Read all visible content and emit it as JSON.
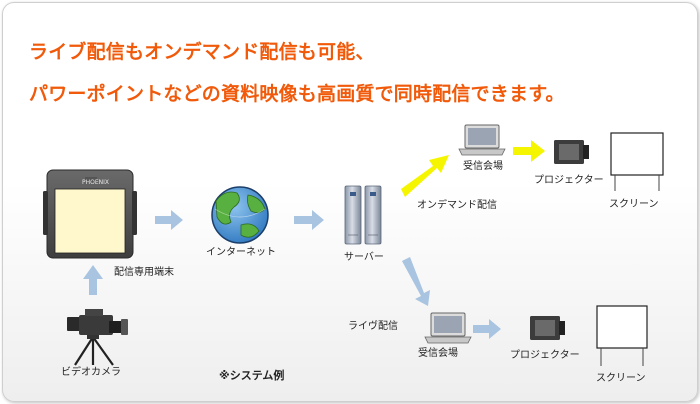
{
  "headline": {
    "line1": "ライブ配信もオンデマンド配信も可能、",
    "line2": "パワーポイントなどの資料映像も高画質で同時配信できます。"
  },
  "terminal": {
    "brand": "PHOENIX",
    "label": "配信専用端末"
  },
  "camera": {
    "label": "ビデオカメラ"
  },
  "internet": {
    "label": "インターネット"
  },
  "server": {
    "label": "サーバー"
  },
  "ondemand": {
    "route_label": "オンデマンド配信",
    "venue_label": "受信会場",
    "projector_label": "プロジェクター",
    "screen_label": "スクリーン"
  },
  "live": {
    "route_label": "ライヴ配信",
    "venue_label": "受信会場",
    "projector_label": "プロジェクター",
    "screen_label": "スクリーン"
  },
  "footnote": "※システム例",
  "colors": {
    "headline": "#f05a0a",
    "arrow_blue": "#a8c4e0",
    "arrow_yellow": "#f5f500",
    "terminal_screen": "#fff8cc"
  }
}
